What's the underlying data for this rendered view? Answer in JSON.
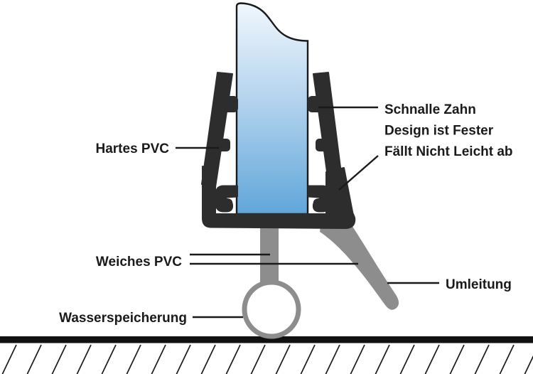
{
  "diagram": {
    "labels": {
      "hard_pvc": "Hartes PVC",
      "buckle_tooth_lines": [
        "Schnalle Zahn",
        "Design ist Fester",
        "Fällt Nicht Leicht ab"
      ],
      "soft_pvc": "Weiches PVC",
      "water_storage": "Wasserspeicherung",
      "diversion": "Umleitung"
    },
    "colors": {
      "background": "#ffffff",
      "glass_top": "#f0f7fd",
      "glass_mid": "#b5d4ee",
      "glass_bottom": "#61a6da",
      "seal_black": "#2d2d2d",
      "soft_pvc_gray": "#8d8d8d",
      "floor_black": "#111111",
      "line_black": "#1a1a1a"
    }
  }
}
